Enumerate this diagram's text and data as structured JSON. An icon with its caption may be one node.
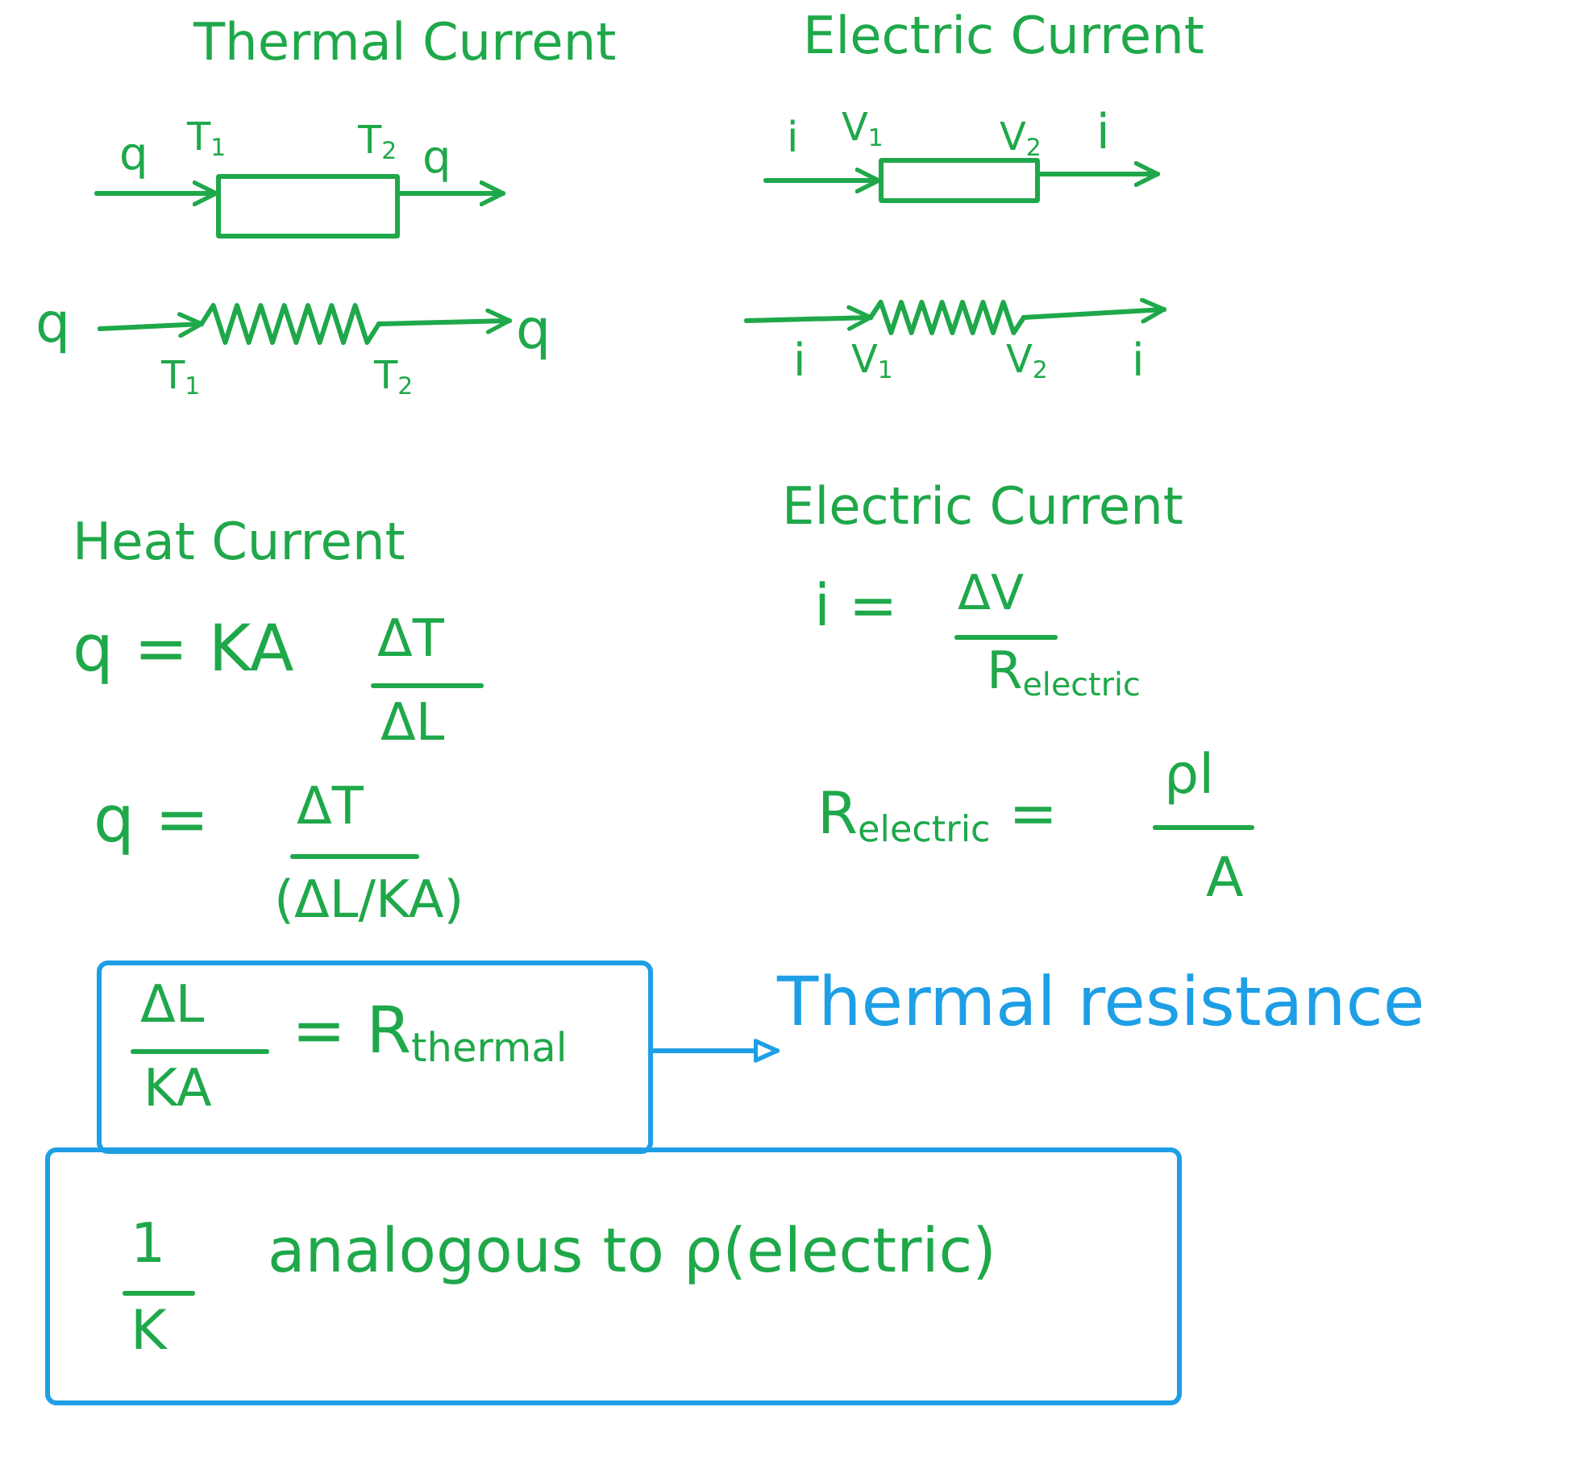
{
  "diagram": {
    "nodes": [
      {
        "text": [],
        "shape": "box",
        "beside": [
          "T$_{1}$",
          "T$_{2}$"
        ]
      },
      {
        "text": [],
        "shape": "box",
        "beside": [
          "V$_{1}$",
          "V$_{2}$"
        ]
      },
      {
        "text": [],
        "shape": "resistor",
        "beside": [
          "T$_{1}$",
          "T$_{2}$"
        ]
      },
      {
        "text": [],
        "shape": "resistor",
        "beside": [
          "V$_{1}$",
          "V$_{2}$"
        ]
      },
      {
        "text": [
          "ΔL",
          "KA",
          "= R$_{thermal}$"
        ]
      },
      {
        "text": [
          "Thermal resistance"
        ]
      },
      {
        "text": [
          "1",
          "K",
          "analogous to ρ(electric)"
        ]
      }
    ],
    "edges": [
      {
        "from": null,
        "to": 0,
        "arrow": "to",
        "label": "q"
      },
      {
        "from": 0,
        "to": null,
        "arrow": "to",
        "label": "q"
      },
      {
        "from": null,
        "to": 1,
        "arrow": "to",
        "label": "i"
      },
      {
        "from": 1,
        "to": null,
        "arrow": "to",
        "label": "i"
      },
      {
        "from": null,
        "to": 2,
        "arrow": "to",
        "label": "q"
      },
      {
        "from": 2,
        "to": null,
        "arrow": "to",
        "label": "q"
      },
      {
        "from": null,
        "to": 3,
        "arrow": "to",
        "label": "i"
      },
      {
        "from": 3,
        "to": null,
        "arrow": "to",
        "label": "i"
      },
      {
        "from": 4,
        "to": 5,
        "arrow": "to",
        "color": "#1e9fe5"
      }
    ],
    "labels": [
      "Thermal Current",
      "Electric Current",
      "Heat Current",
      "Electric Current",
      "q = KA",
      "ΔT",
      "ΔL",
      "i =",
      "ΔV",
      "R$_{electric}$",
      "q =",
      "ΔT",
      "(ΔL/KA)",
      "R$_{electric}$ =",
      "ρl",
      "A"
    ]
  }
}
